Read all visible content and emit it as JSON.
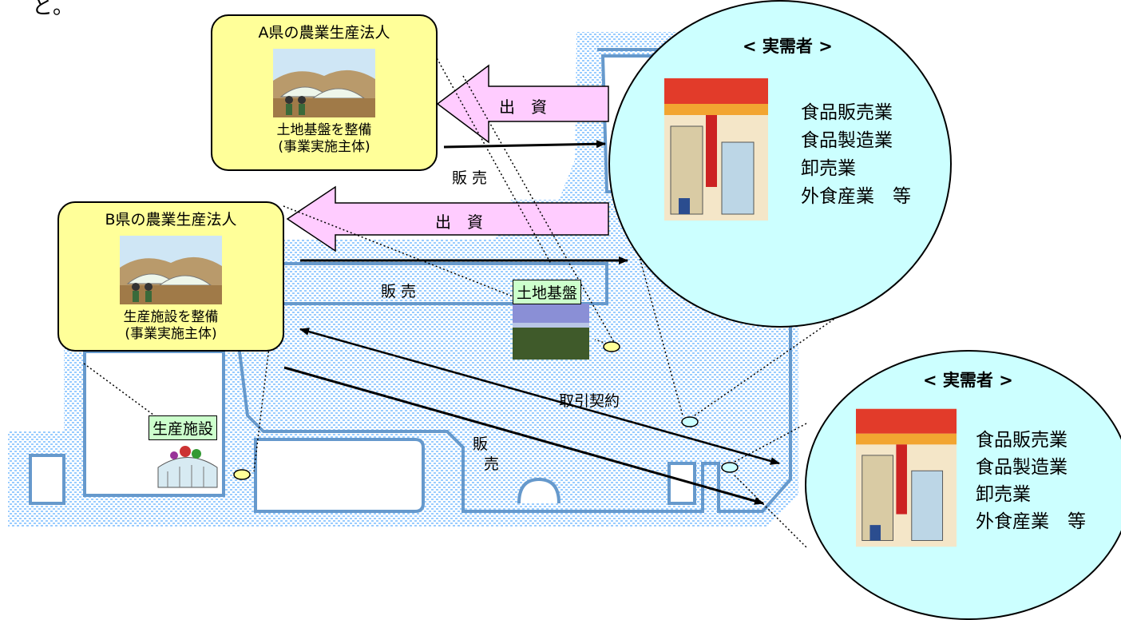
{
  "corner_text": "と。",
  "corp_a": {
    "title": "A県の農業生産法人",
    "role": "土地基盤を整備",
    "note": "(事業実施主体)"
  },
  "corp_b": {
    "title": "B県の農業生産法人",
    "role": "生産施設を整備",
    "note": "(事業実施主体)"
  },
  "flows": {
    "investment_a": "出　資",
    "investment_b": "出　資",
    "sales_a": "販 売",
    "sales_b": "販 売",
    "sales_c_1": "販",
    "sales_c_2": "売",
    "contract": "取引契約"
  },
  "assets": {
    "land": "土地基盤",
    "facility": "生産施設"
  },
  "buyer_top": {
    "title": "< 実需者 >",
    "industries": [
      "食品販売業",
      "食品製造業",
      "卸売業",
      "外食産業　等"
    ]
  },
  "buyer_bottom": {
    "title": "< 実需者 >",
    "industries": [
      "食品販売業",
      "食品製造業",
      "卸売業",
      "外食産業　等"
    ]
  },
  "colors": {
    "corp_fill": "#ffff99",
    "buyer_fill": "#ccffff",
    "investment_arrow": "#ffccff",
    "asset_label": "#ccffcc",
    "map_border": "#6699cc",
    "map_pattern": "#99ccff"
  }
}
